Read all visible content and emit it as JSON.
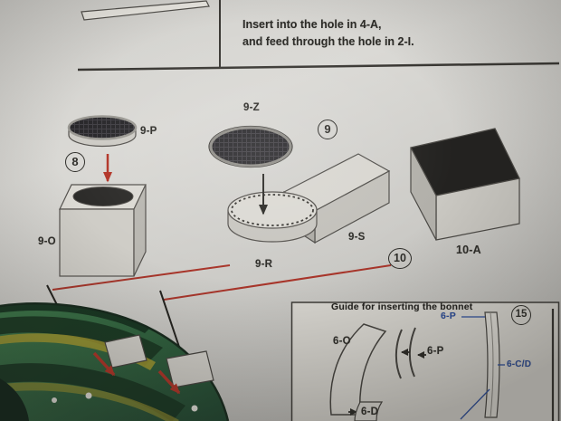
{
  "instructions": {
    "line1": "Insert into the hole in 4-A,",
    "line2": "and feed through the hole in 2-I."
  },
  "steps": {
    "s8": {
      "num": "8",
      "disc": "9-P",
      "box": "9-O"
    },
    "s9": {
      "num": "9",
      "mesh": "9-Z",
      "box": "9-S",
      "cyl": "9-R"
    },
    "s10": {
      "num": "10",
      "box": "10-A"
    },
    "s15": {
      "num": "15"
    }
  },
  "guide": {
    "title": "Guide for inserting the bonnet",
    "p6o": "6-O",
    "p6p_mid": "6-P",
    "p6p_top": "6-P",
    "p6cd": "6-C/D",
    "p6d": "6-D"
  },
  "colors": {
    "paper": "#d2d1cd",
    "ink": "#2b2a26",
    "red": "#b23427",
    "blue": "#2b4d9c",
    "part_dark": "#232220",
    "car_green": "#35714a",
    "car_dark_green": "#163420",
    "car_yellow": "#ad9f2e"
  }
}
